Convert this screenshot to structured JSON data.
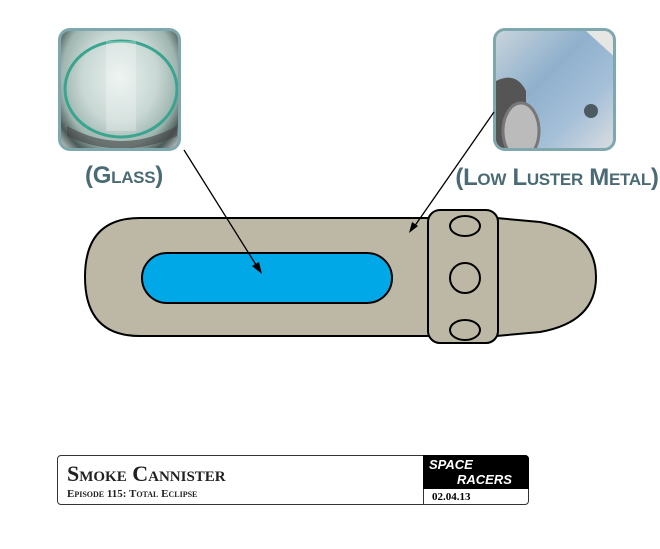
{
  "callouts": {
    "glass": {
      "label": "(Glass)",
      "image": "glass-disc-photo"
    },
    "metal": {
      "label": "(Low Luster Metal)",
      "image": "blue-car-fender-photo"
    }
  },
  "colors": {
    "body": "#bdb8a6",
    "window": "#00a8e8",
    "callout_text": "#4a6b74",
    "swatch_border": "#7fa8ae"
  },
  "title_block": {
    "title": "Smoke Cannister",
    "subtitle": "Episode 115: Total Eclipse",
    "logo_line1": "SPACE",
    "logo_line2": "RACERS",
    "date": "02.04.13"
  }
}
